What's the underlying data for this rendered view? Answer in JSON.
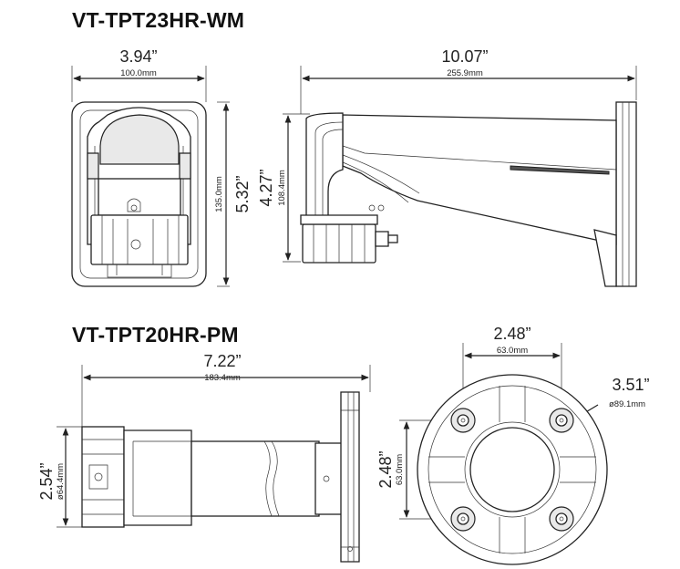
{
  "titles": {
    "wall_mount": "VT-TPT23HR-WM",
    "pole_mount": "VT-TPT20HR-PM"
  },
  "wall_mount": {
    "width": {
      "inch": "3.94”",
      "mm": "100.0mm"
    },
    "length": {
      "inch": "10.07”",
      "mm": "255.9mm"
    },
    "height_total": {
      "inch": "5.32”",
      "mm": "135.0mm"
    },
    "height_arm": {
      "inch": "4.27”",
      "mm": "108.4mm"
    }
  },
  "pole_mount": {
    "length": {
      "inch": "7.22”",
      "mm": "183.4mm"
    },
    "diameter": {
      "inch": "2.54”",
      "mm": "ø64.4mm"
    },
    "hole_spacing_h": {
      "inch": "2.48”",
      "mm": "63.0mm"
    },
    "hole_spacing_v": {
      "inch": "2.48”",
      "mm": "63.0mm"
    },
    "outer_diameter": {
      "inch": "3.51”",
      "mm": "ø89.1mm"
    }
  }
}
